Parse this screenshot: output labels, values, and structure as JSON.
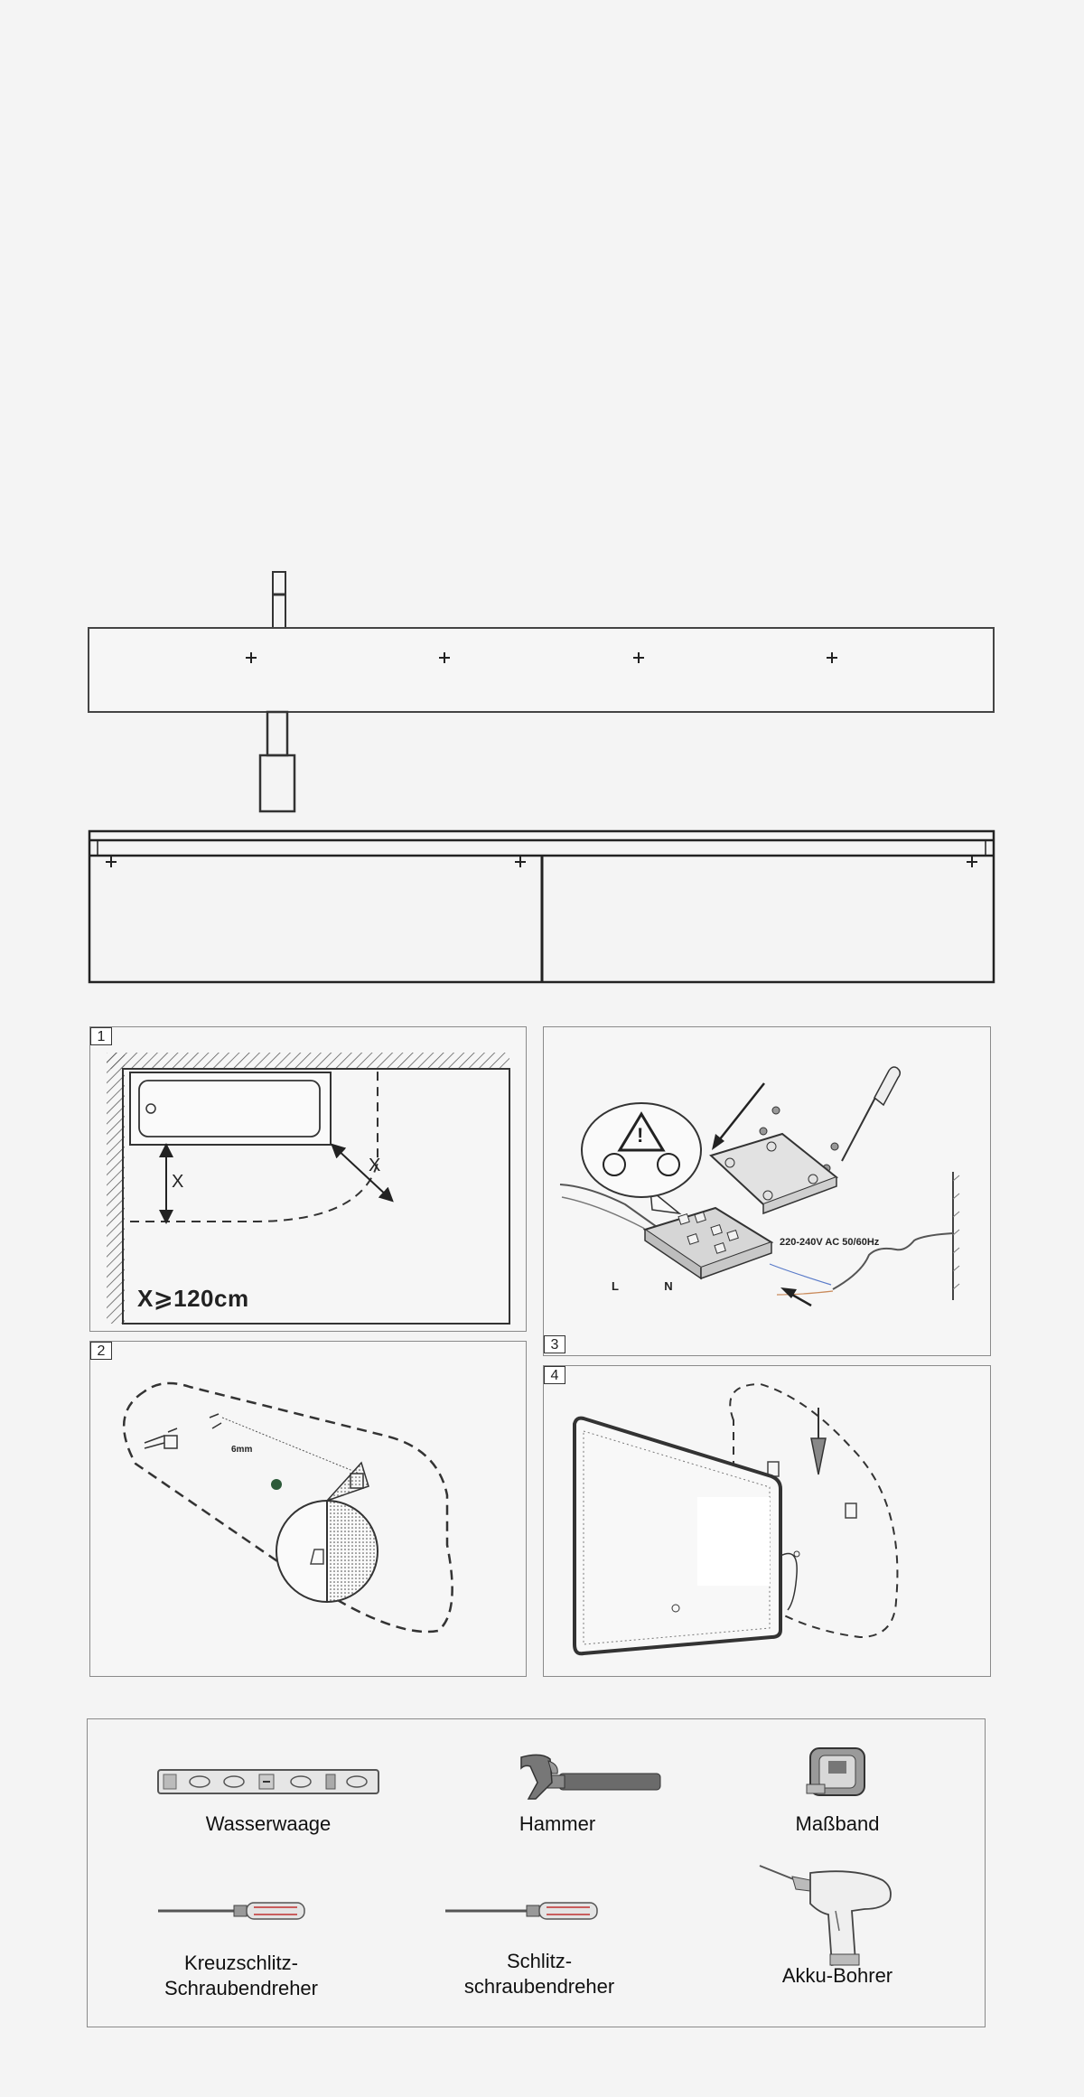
{
  "steps": {
    "step1": {
      "number": "1",
      "label_x": "X",
      "label_x2": "X",
      "requirement": "X⩾120cm"
    },
    "step2": {
      "number": "2",
      "distance_label": "6mm"
    },
    "step3": {
      "number": "3",
      "warning_symbol": "!",
      "terminal_l": "L",
      "terminal_n": "N",
      "voltage": "220-240V AC 50/60Hz"
    },
    "step4": {
      "number": "4"
    }
  },
  "tools": [
    {
      "name": "Wasserwaage",
      "icon": "spirit-level-icon"
    },
    {
      "name": "Hammer",
      "icon": "hammer-icon"
    },
    {
      "name": "Maßband",
      "icon": "tape-measure-icon"
    },
    {
      "name": "Kreuzschlitz-\nSchraubendreher",
      "icon": "phillips-screwdriver-icon"
    },
    {
      "name": "Schlitz-\nschraubendreher",
      "icon": "flat-screwdriver-icon"
    },
    {
      "name": "Akku-Bohrer",
      "icon": "cordless-drill-icon"
    }
  ],
  "colors": {
    "background": "#f4f4f4",
    "line": "#333333",
    "panel_border": "#8a8a8a"
  }
}
